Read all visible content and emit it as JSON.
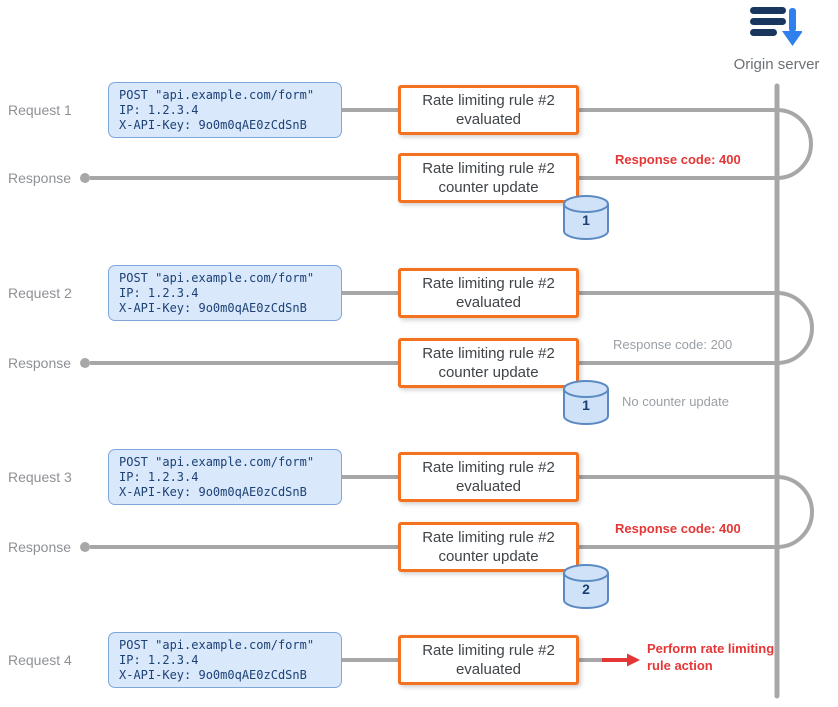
{
  "origin": {
    "label": "Origin server"
  },
  "request_box": {
    "lines": [
      "POST \"api.example.com/form\"",
      "IP: 1.2.3.4",
      "X-API-Key: 9o0m0qAE0zCdSnB"
    ]
  },
  "rows": [
    {
      "label": "Request 1",
      "rule_line1": "Rate limiting rule #2",
      "rule_line2": "evaluated"
    },
    {
      "label": "Response",
      "rule_line1": "Rate limiting rule #2",
      "rule_line2": "counter update",
      "note": "Response code: 400",
      "counter": "1"
    },
    {
      "label": "Request 2",
      "rule_line1": "Rate limiting rule #2",
      "rule_line2": "evaluated"
    },
    {
      "label": "Response",
      "rule_line1": "Rate limiting rule #2",
      "rule_line2": "counter update",
      "note": "Response code: 200",
      "note2": "No counter update",
      "counter": "1"
    },
    {
      "label": "Request 3",
      "rule_line1": "Rate limiting rule #2",
      "rule_line2": "evaluated"
    },
    {
      "label": "Response",
      "rule_line1": "Rate limiting rule #2",
      "rule_line2": "counter update",
      "note": "Response code: 400",
      "counter": "2"
    },
    {
      "label": "Request 4",
      "rule_line1": "Rate limiting rule #2",
      "rule_line2": "evaluated",
      "action": "Perform rate limiting\nrule action"
    }
  ],
  "colors": {
    "rule_box_border": "#f4711f",
    "request_box_bg": "#d9e8fb",
    "request_box_border": "#7fa7d9",
    "counter_fill": "#cfe2f8",
    "counter_stroke": "#5b8ac2",
    "alert_red": "#e53636",
    "muted_gray": "#9aa0a6",
    "line_gray": "#a7a7a7"
  }
}
